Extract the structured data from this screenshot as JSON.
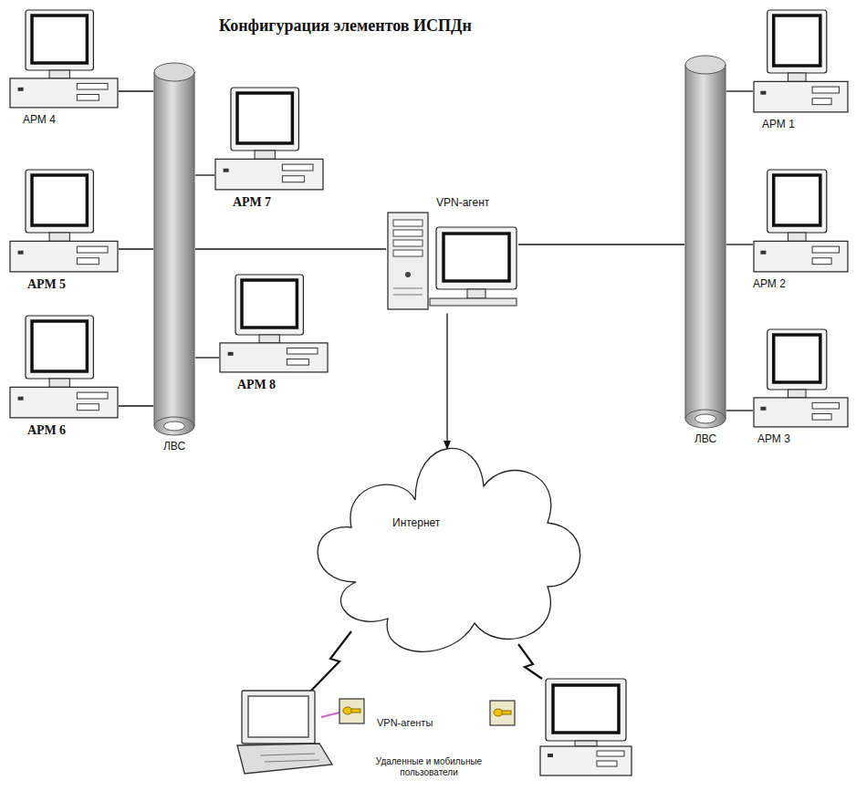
{
  "diagram": {
    "title": "Конфигурация элементов ИСПДн",
    "nodes": [
      {
        "text": [
          "АРМ 4"
        ]
      },
      {
        "text": [
          "АРМ 1"
        ]
      },
      {
        "text": [
          "АРМ 7"
        ]
      },
      {
        "text": [
          "VPN-агент"
        ]
      },
      {
        "text": [
          "АРМ 5"
        ]
      },
      {
        "text": [
          "АРМ 2"
        ]
      },
      {
        "text": [
          "АРМ 8"
        ]
      },
      {
        "text": [
          "АРМ 6"
        ]
      },
      {
        "text": [
          "ЛВС"
        ]
      },
      {
        "text": [
          "ЛВС"
        ]
      },
      {
        "text": [
          "АРМ 3"
        ]
      },
      {
        "text": [
          "Интернет"
        ]
      }
    ],
    "edges": [
      {
        "from": 0,
        "to": 8,
        "arrow": "none"
      },
      {
        "from": 4,
        "to": 8,
        "arrow": "none"
      },
      {
        "from": 7,
        "to": 8,
        "arrow": "none"
      },
      {
        "from": 8,
        "to": 2,
        "arrow": "none"
      },
      {
        "from": 8,
        "to": 6,
        "arrow": "none"
      },
      {
        "from": 9,
        "to": 1,
        "arrow": "none"
      },
      {
        "from": 9,
        "to": 5,
        "arrow": "none"
      },
      {
        "from": 9,
        "to": 10,
        "arrow": "none"
      },
      {
        "from": 8,
        "to": 3,
        "arrow": "none"
      },
      {
        "from": 3,
        "to": 9,
        "arrow": "none"
      },
      {
        "from": 3,
        "to": 11,
        "arrow": "to"
      }
    ],
    "labels": [
      "VPN-агенты",
      "Удаленные и мобильные пользователи"
    ]
  }
}
